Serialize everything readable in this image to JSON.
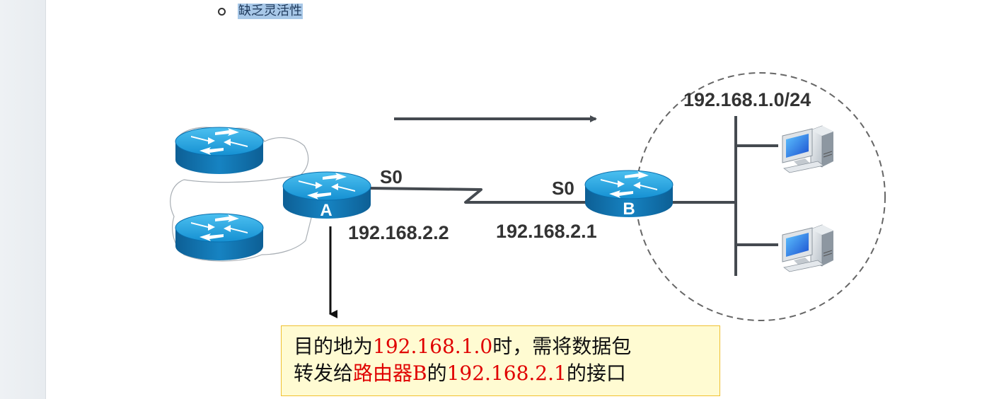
{
  "bullet": {
    "text": "缺乏灵活性"
  },
  "diagram": {
    "network_label": "192.168.1.0/24",
    "router_a": {
      "label": "A",
      "interface": "S0",
      "ip": "192.168.2.2"
    },
    "router_b": {
      "label": "B",
      "interface": "S0",
      "ip": "192.168.2.1"
    }
  },
  "note": {
    "line1": [
      {
        "text": "目的地为",
        "red": false
      },
      {
        "text": "192.168.1.0",
        "red": true
      },
      {
        "text": "时，需将数据包",
        "red": false
      }
    ],
    "line2": [
      {
        "text": "转发给",
        "red": false
      },
      {
        "text": "路由器B",
        "red": true
      },
      {
        "text": "的",
        "red": false
      },
      {
        "text": "192.168.2.1",
        "red": true
      },
      {
        "text": "的接口",
        "red": false
      }
    ]
  },
  "colors": {
    "router_top": "#1da0dc",
    "router_side": "#0a6fae",
    "link": "#454a50",
    "note_bg": "#fffbd2",
    "note_border": "#f0c030",
    "highlight": "#a8c8e8",
    "red_text": "#e00000"
  }
}
